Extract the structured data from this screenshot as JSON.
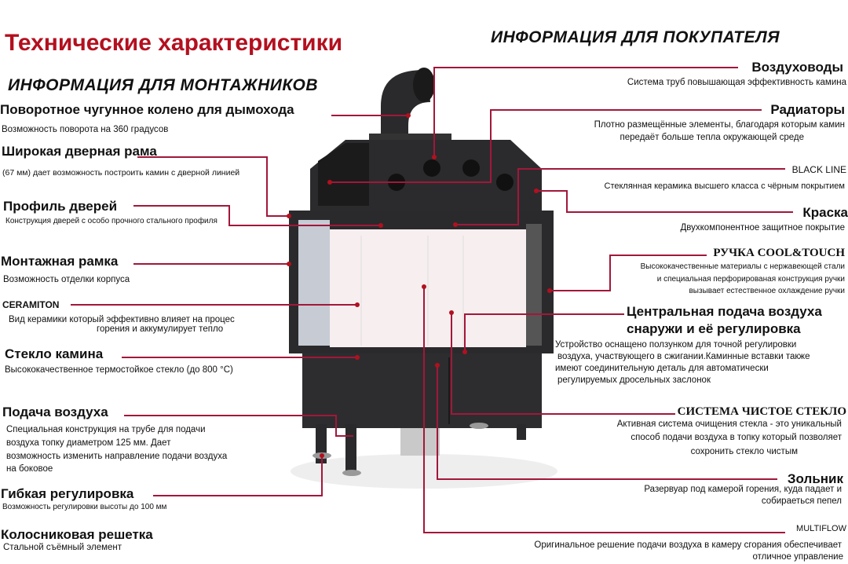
{
  "title": "Технические характеристики",
  "installers": {
    "heading": "ИНФОРМАЦИЯ ДЛЯ МОНТАЖНИКОВ",
    "items": [
      {
        "title": "Поворотное чугунное колено для дымохода",
        "desc": "Возможность поворота на 360 градусов"
      },
      {
        "title": "Широкая дверная рама",
        "desc": "(67 мм) дает возможность построить камин с дверной линией"
      },
      {
        "title": "Профиль дверей",
        "desc": "Конструкция дверей с особо прочного стального профиля"
      },
      {
        "title": "Монтажная рамка",
        "desc": "Возможность отделки корпуса"
      },
      {
        "title": "CERAMITON",
        "desc": "Вид керамики который эффективно влияет на процес",
        "desc2": "горения и аккумулирует тепло"
      },
      {
        "title": "Стекло камина",
        "desc": "Высококачественное термостойкое стекло (до 800 °C)"
      },
      {
        "title": "Подача воздуха",
        "desc": "Специальная конструкция на трубе для подачи",
        "desc2": "воздуха топку диаметром 125 мм. Дает",
        "desc3": "возможность изменить направление подачи воздуха",
        "desc4": "на боковое"
      },
      {
        "title": "Гибкая регулировка",
        "desc": "Возможность регулировки высоты до 100 мм"
      },
      {
        "title": "Колосниковая решетка",
        "desc": "Стальной съёмный элемент"
      }
    ]
  },
  "buyers": {
    "heading": "ИНФОРМАЦИЯ ДЛЯ ПОКУПАТЕЛЯ",
    "items": [
      {
        "title": "Воздуховоды",
        "desc": "Система труб повышающая эффективность камина"
      },
      {
        "title": "Радиаторы",
        "desc": "Плотно размещённые элементы, благодаря которым камин",
        "desc2": "передаёт больше тепла окружающей среде"
      },
      {
        "title": "BLACK LINE",
        "desc": "Стеклянная керамика высшего класса с чёрным покрытием"
      },
      {
        "title": "Краска",
        "desc": "Двухкомпонентное защитное покрытие"
      },
      {
        "title": "РУЧКА COOL&TOUCH",
        "desc": "Высококачественные материалы с нержавеющей стали",
        "desc2": "и специальная перфорированая конструкция ручки",
        "desc3": "вызывает естественное охлаждение ручки"
      },
      {
        "title": "Центральная подача воздуха",
        "title2": "снаружи и её регулировка",
        "desc": "Устройство оснащено ползунком для точной регулировки",
        "desc2": "воздуха, участвующего в сжигании.Каминные вставки также",
        "desc3": "имеют соединительную деталь для автоматически",
        "desc4": "регулируемых дросельных заслонок"
      },
      {
        "title": "СИСТЕМА ЧИСТОЕ СТЕКЛО",
        "desc": "Активная система очищения стекла - это   уникальный",
        "desc2": "способ подачи воздуха в топку который позволяет",
        "desc3": "сохронить стекло чистым"
      },
      {
        "title": "Зольник",
        "desc": "Разервуар под камерой горения, куда падает и",
        "desc2": "собираеться пепел"
      },
      {
        "title": "MULTIFLOW",
        "desc": "Оригинальное решение подачи воздуха в камеру сгорания обеспечивает",
        "desc2": "отличное управление"
      }
    ]
  },
  "colors": {
    "accent": "#b3101f",
    "line": "#a3173a",
    "body": "#2b2b2d"
  }
}
